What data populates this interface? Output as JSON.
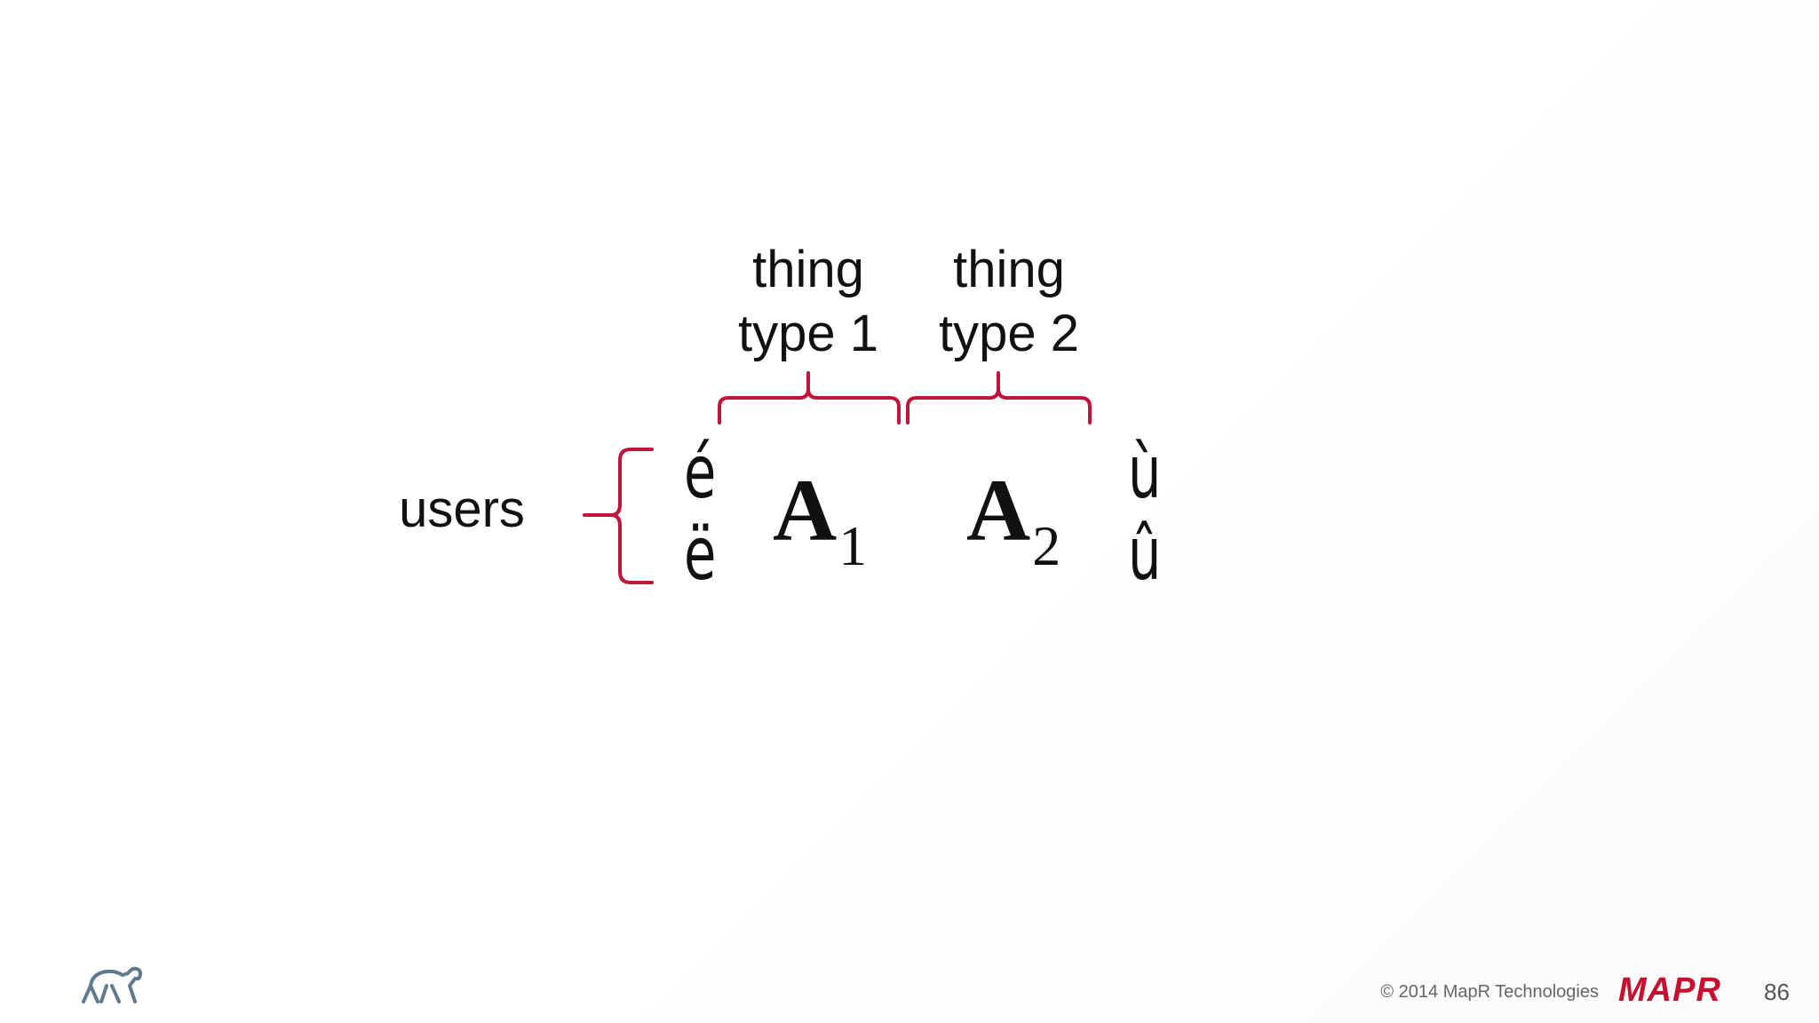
{
  "diagram": {
    "column_labels": {
      "thing1_line1": "thing",
      "thing1_line2": "type 1",
      "thing2_line1": "thing",
      "thing2_line2": "type 2"
    },
    "row_label": "users",
    "user_vectors": [
      "é",
      "ë"
    ],
    "item_vectors": [
      "ù",
      "û"
    ],
    "matrices": [
      {
        "symbol": "A",
        "subscript": "1"
      },
      {
        "symbol": "A",
        "subscript": "2"
      }
    ],
    "brace_color": "#c0143c"
  },
  "footer": {
    "copyright": "© 2014 MapR Technologies",
    "brand": "MAPR",
    "page_number": "86",
    "logo_icon": "elephant-logo-icon"
  }
}
